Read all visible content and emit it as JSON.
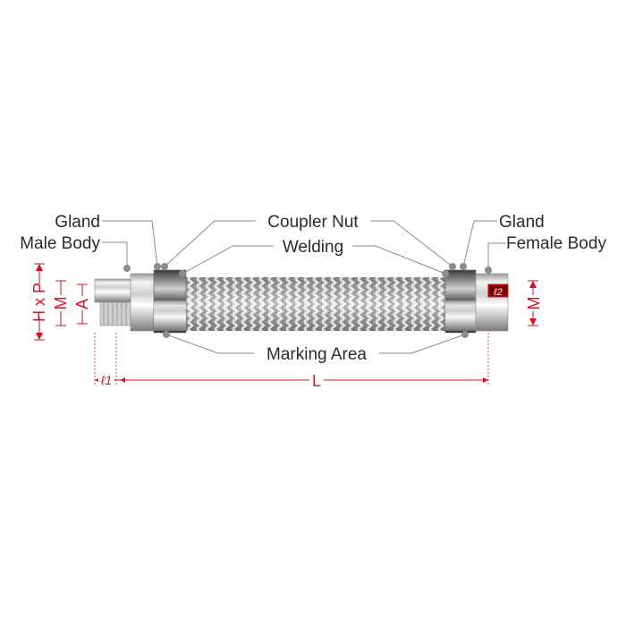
{
  "labels": {
    "gland_left": "Gland",
    "male_body": "Male Body",
    "coupler_nut": "Coupler Nut",
    "welding": "Welding",
    "gland_right": "Gland",
    "female_body": "Female Body",
    "marking_area": "Marking Area"
  },
  "dimensions": {
    "hxp": "H x P",
    "m_left": "M",
    "a": "A",
    "l1": "ℓ1",
    "l": "L",
    "e2": "ℓ2",
    "m_right": "M"
  },
  "colors": {
    "dimension": "#d5121f",
    "leader": "#8a8a8a",
    "text": "#2b2b2b"
  }
}
